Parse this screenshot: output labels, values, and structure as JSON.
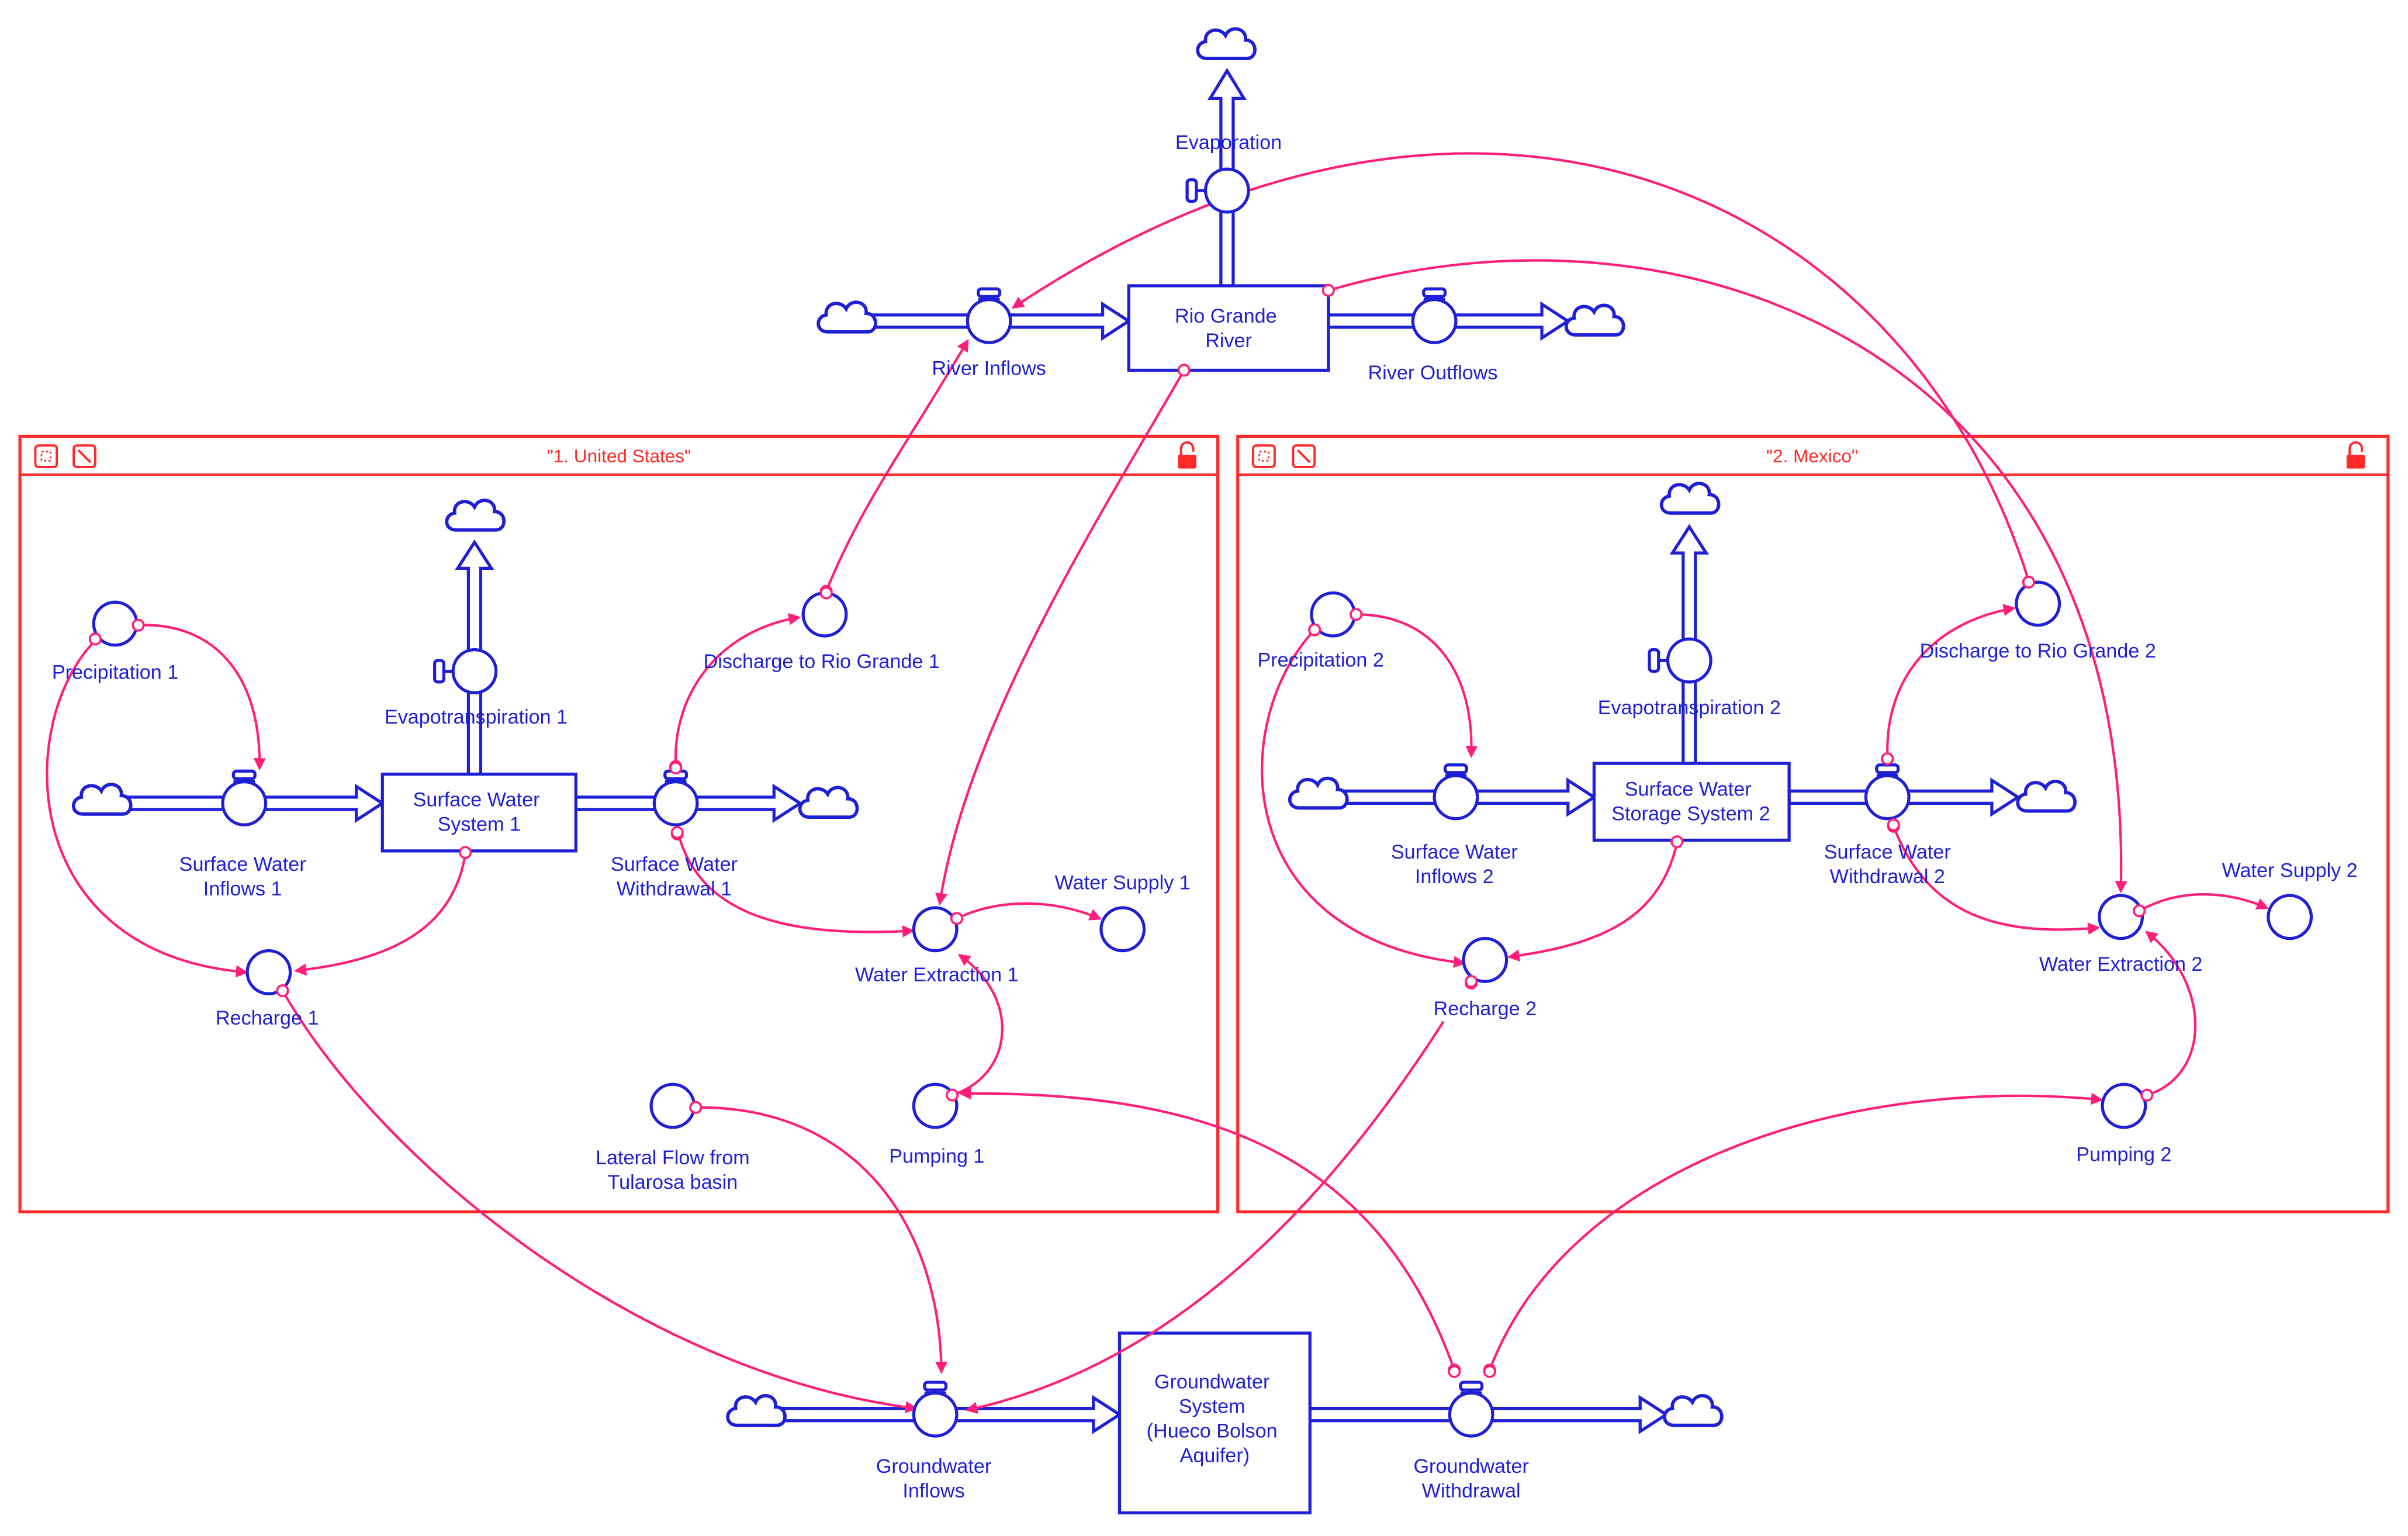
{
  "colors": {
    "stock": "#1f1fd6",
    "link": "#ff1f7a",
    "sector": "#ff2a2a",
    "background": "#ffffff"
  },
  "sectors": {
    "us": {
      "title": "\"1. United States\""
    },
    "mx": {
      "title": "\"2. Mexico\""
    }
  },
  "stocks": {
    "rio_grande": [
      "Rio Grande",
      "River"
    ],
    "sws1": [
      "Surface Water",
      "System 1"
    ],
    "sws2": [
      "Surface Water",
      "Storage System 2"
    ],
    "gw": [
      "Groundwater",
      "System",
      "(Hueco Bolson",
      "Aquifer)"
    ]
  },
  "flows": {
    "river_inflows": [
      "River Inflows"
    ],
    "river_outflows": [
      "River Outflows"
    ],
    "evaporation": [
      "Evaporation"
    ],
    "swi1": [
      "Surface Water",
      "Inflows 1"
    ],
    "swi2": [
      "Surface Water",
      "Inflows 2"
    ],
    "evapo1": [
      "Evapotranspiration 1"
    ],
    "evapo2": [
      "Evapotranspiration 2"
    ],
    "sww1": [
      "Surface Water",
      "Withdrawal 1"
    ],
    "sww2": [
      "Surface Water",
      "Withdrawal 2"
    ],
    "gwi": [
      "Groundwater",
      "Inflows"
    ],
    "gww": [
      "Groundwater",
      "Withdrawal"
    ]
  },
  "converters": {
    "precip1": [
      "Precipitation 1"
    ],
    "precip2": [
      "Precipitation 2"
    ],
    "recharge1": [
      "Recharge 1"
    ],
    "recharge2": [
      "Recharge 2"
    ],
    "discharge1": [
      "Discharge to Rio Grande 1"
    ],
    "discharge2": [
      "Discharge to Rio Grande 2"
    ],
    "extract1": [
      "Water Extraction 1"
    ],
    "extract2": [
      "Water Extraction 2"
    ],
    "supply1": [
      "Water Supply 1"
    ],
    "supply2": [
      "Water Supply 2"
    ],
    "pump1": [
      "Pumping 1"
    ],
    "pump2": [
      "Pumping 2"
    ],
    "lateral": [
      "Lateral Flow from",
      "Tularosa basin"
    ]
  }
}
